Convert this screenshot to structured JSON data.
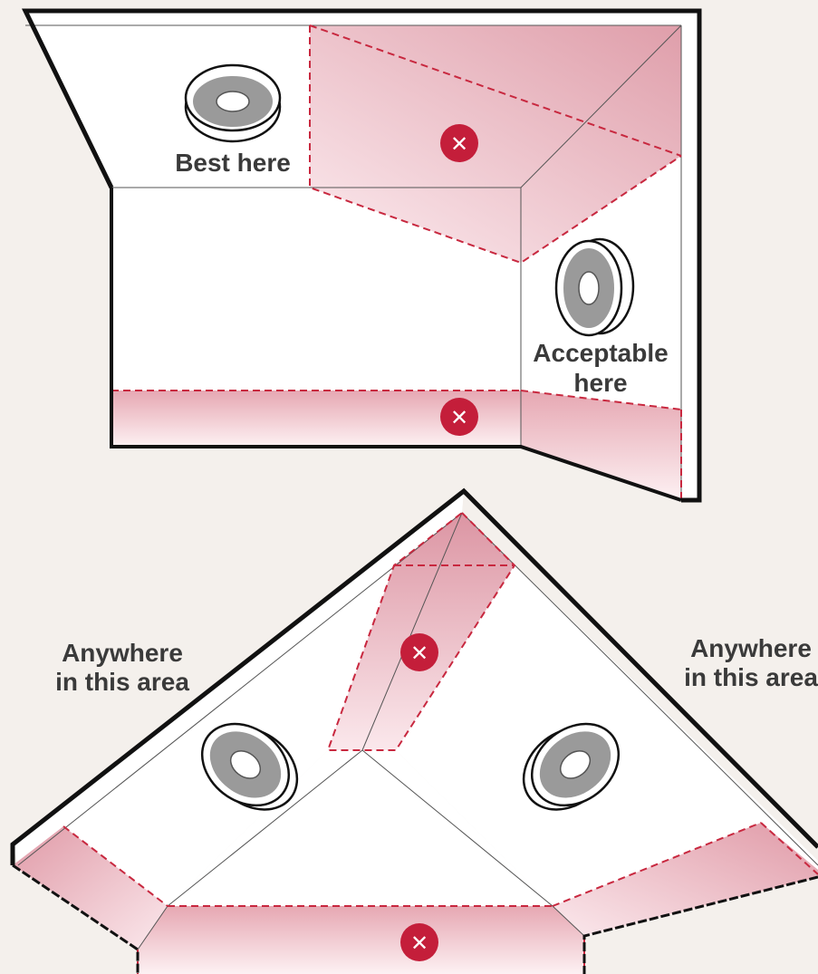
{
  "colors": {
    "background": "#f4f0ec",
    "wall": "#ffffff",
    "outline": "#111111",
    "zone_dark": "#e2a3ae",
    "zone_light": "#fbecef",
    "zone_border": "#c8283f",
    "badge": "#c41e3a",
    "sensor_ring": "#9a9a9a"
  },
  "top_diagram": {
    "label_best": "Best here",
    "label_acceptable_line1": "Acceptable",
    "label_acceptable_line2": "here",
    "avoid_zone_count": 2
  },
  "bottom_diagram": {
    "label_left_line1": "Anywhere",
    "label_left_line2": "in this area",
    "label_right_line1": "Anywhere",
    "label_right_line2": "in this area",
    "avoid_zone_count": 4
  },
  "icons": {
    "avoid": "close-icon",
    "device": "smoke-detector-icon"
  },
  "badge_glyph": "✕"
}
